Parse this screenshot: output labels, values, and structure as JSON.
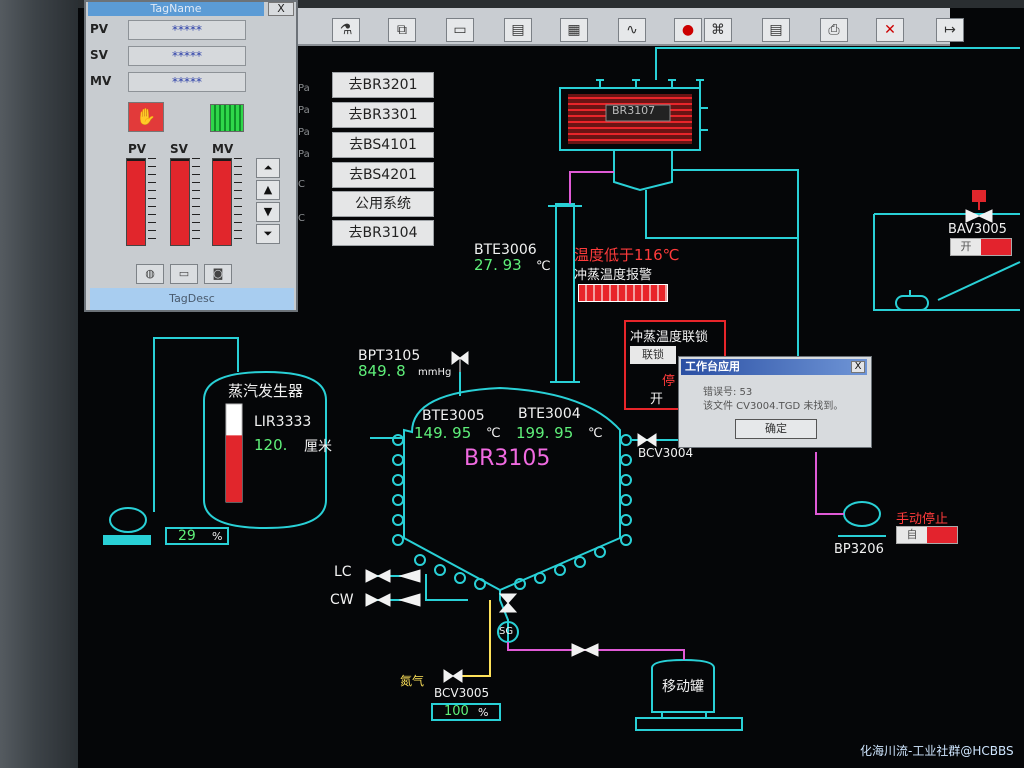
{
  "toolbar": {
    "icons": [
      "valve-icon",
      "network-icon",
      "monitor-icon",
      "table-icon",
      "grid-icon",
      "trend-icon",
      "alarm-bell-icon",
      "tree-icon",
      "document-icon",
      "printer-icon",
      "mute-icon",
      "exit-icon"
    ]
  },
  "faceplate": {
    "title": "TagName",
    "close_label": "X",
    "rows": [
      {
        "label": "PV",
        "value": "*****"
      },
      {
        "label": "SV",
        "value": "*****"
      },
      {
        "label": "MV",
        "value": "*****"
      }
    ],
    "bar_labels": [
      "PV",
      "SV",
      "MV"
    ],
    "bar_levels": [
      0.98,
      0.98,
      0.98
    ],
    "footer": "TagDesc",
    "colors": {
      "manual_button": "#e23a3a",
      "auto_button": "#2fd64a",
      "bar_fill": "#e1262c"
    }
  },
  "nav_buttons": [
    "去BR3201",
    "去BR3301",
    "去BS4101",
    "去BS4201",
    "公用系统",
    "去BR3104"
  ],
  "side_tabs": [
    "Pa",
    "Pa",
    "Pa",
    "Pa",
    "C",
    "C"
  ],
  "steam_generator": {
    "title": "蒸汽发生器",
    "level_tag": "LIR3333",
    "level_value": "120.",
    "level_unit": "厘米",
    "level_fill": 0.68,
    "pump_percent": "29",
    "percent_unit": "%"
  },
  "reactor": {
    "name": "BR3105",
    "pressure_tag": "BPT3105",
    "pressure_value": "849. 8",
    "pressure_unit": "mmHg",
    "temp1_tag": "BTE3005",
    "temp1_value": "149. 95",
    "temp2_tag": "BTE3004",
    "temp2_value": "199. 95",
    "temp_unit": "℃",
    "lc_label": "LC",
    "cw_label": "CW",
    "sg_label": "SG"
  },
  "condenser": {
    "tag": "BR3107",
    "temp_tag": "BTE3006",
    "temp_value": "27. 93",
    "temp_unit": "℃"
  },
  "alarms": {
    "low_temp": "温度低于116℃",
    "flush_alarm": "冲蒸温度报警",
    "interlock_title": "冲蒸温度联锁",
    "interlock_btn": "联锁",
    "stop_char": "停",
    "open_char": "开"
  },
  "valves": {
    "bav_tag": "BAV3005",
    "bav_state": "开",
    "bcv3004": "BCV3004",
    "bcv3005": "BCV3005",
    "bcv3005_percent": "100",
    "percent_unit": "%",
    "nitrogen": "氮气"
  },
  "pump": {
    "tag": "BP3206",
    "mode": "手动停止",
    "state": "自"
  },
  "tank": {
    "name": "移动罐"
  },
  "dialog": {
    "title": "工作台应用",
    "close": "X",
    "line1": "错误号: 53",
    "line2": "该文件 CV3004.TGD 未找到。",
    "ok": "确定"
  },
  "watermark": "化海川流-工业社群@HCBBS",
  "colors": {
    "pipe": "#29d0d6",
    "pipe_magenta": "#e05ad6",
    "value_green": "#5ff07a",
    "alarm_red": "#ff3b3b",
    "reactor_title": "#f06ae0",
    "screen_bg": "#050608"
  }
}
